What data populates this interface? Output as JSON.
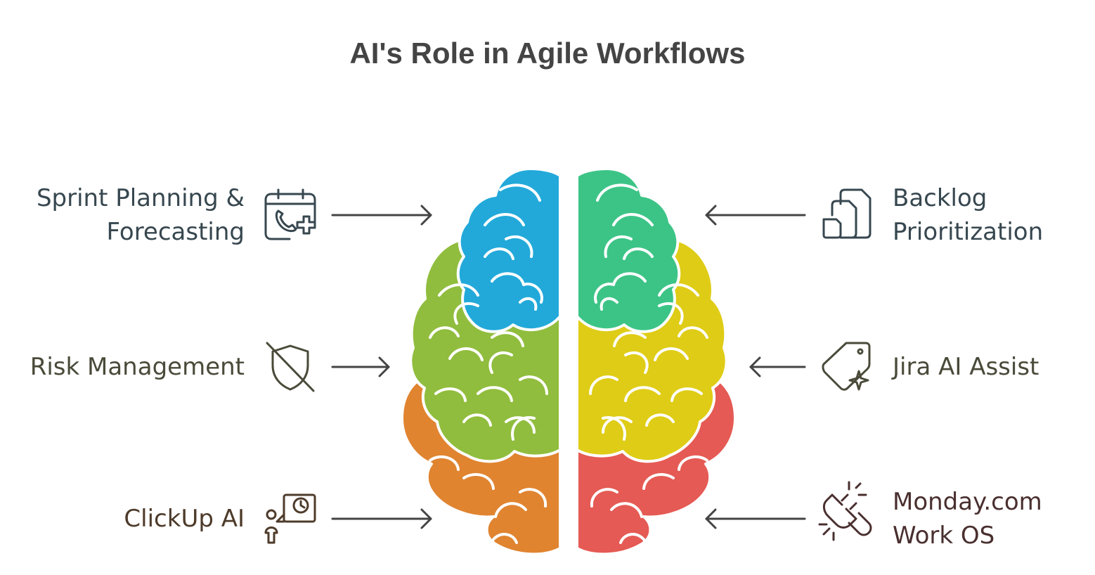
{
  "title": "AI's Role in Agile Workflows",
  "items": {
    "sprint": {
      "line1": "Sprint Planning &",
      "line2": "Forecasting",
      "icon": "calendar-phone-plus-icon",
      "color": "#37474f"
    },
    "risk": {
      "line1": "Risk Management",
      "icon": "shield-off-icon",
      "color": "#4a4a3a"
    },
    "clickup": {
      "line1": "ClickUp AI",
      "icon": "person-chat-clock-icon",
      "color": "#4e3b2a"
    },
    "backlog": {
      "line1": "Backlog",
      "line2": "Prioritization",
      "icon": "stacked-files-icon",
      "color": "#37474f"
    },
    "jira": {
      "line1": "Jira AI Assist",
      "icon": "tag-sparkle-icon",
      "color": "#4a4a3a"
    },
    "monday": {
      "line1": "Monday.com",
      "line2": "Work OS",
      "icon": "plug-disconnect-icon",
      "color": "#4a2f2f"
    }
  },
  "colors": {
    "blue": "#22a9da",
    "teal": "#3cc486",
    "green": "#90bd3d",
    "yellow": "#dfcc16",
    "orange": "#e08430",
    "red": "#e55a54",
    "arrow": "#444444"
  }
}
